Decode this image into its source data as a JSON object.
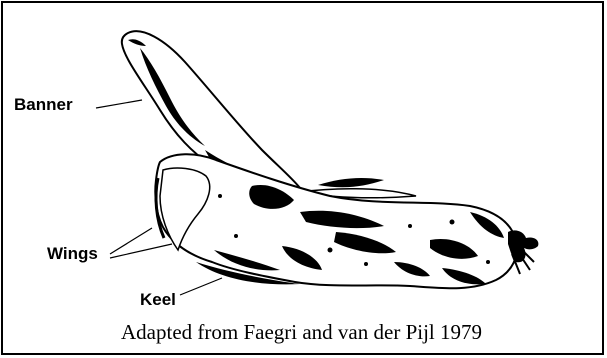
{
  "labels": {
    "banner": "Banner",
    "wings": "Wings",
    "keel": "Keel"
  },
  "caption": "Adapted from Faegri and van der Pijl 1979",
  "colors": {
    "ink": "#000000",
    "paper": "#ffffff"
  }
}
